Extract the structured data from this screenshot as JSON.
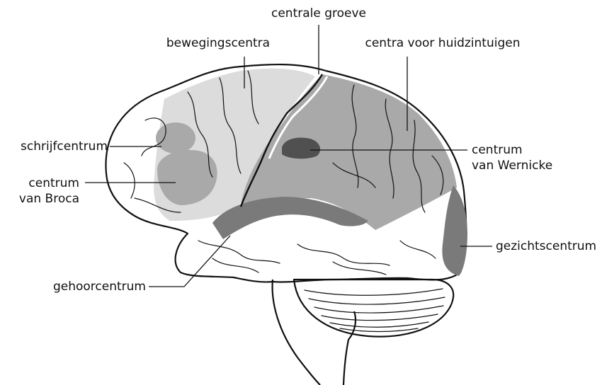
{
  "labels": {
    "centrale_groeve": "centrale groeve",
    "bewegingscentra": "bewegingscentra",
    "huidzintuigen": "centra voor huidzintuigen",
    "schrijfcentrum": "schrijfcentrum",
    "broca_1": "centrum",
    "broca_2": "van Broca",
    "wernicke_1": "centrum",
    "wernicke_2": "van Wernicke",
    "gezichtscentrum": "gezichtscentrum",
    "gehoorcentrum": "gehoorcentrum"
  },
  "colors": {
    "light_region": "#dcdcdc",
    "mid_region": "#a9a9a9",
    "dark_region": "#7a7a7a",
    "darkest_region": "#505050",
    "background": "#ffffff",
    "line": "#111111"
  }
}
